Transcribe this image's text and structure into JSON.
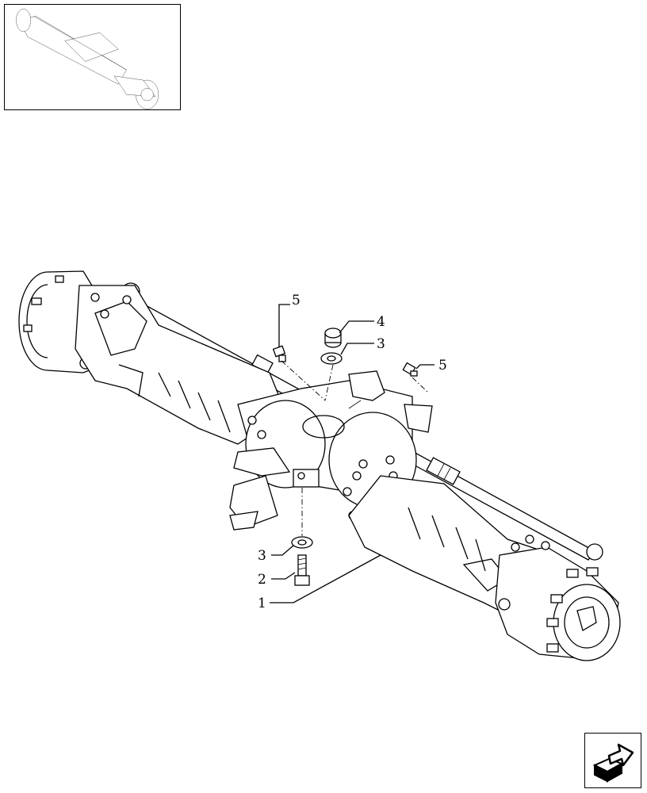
{
  "callouts": [
    {
      "id": "1",
      "label": "1"
    },
    {
      "id": "2",
      "label": "2"
    },
    {
      "id": "3a",
      "label": "3"
    },
    {
      "id": "3b",
      "label": "3"
    },
    {
      "id": "4",
      "label": "4"
    },
    {
      "id": "5a",
      "label": "5"
    },
    {
      "id": "5b",
      "label": "5"
    }
  ],
  "icons": {
    "thumbnail": "axle-overview-thumbnail",
    "navigation": "next-page-arrow-icon"
  },
  "colors": {
    "line": "#000000",
    "background": "#ffffff"
  }
}
